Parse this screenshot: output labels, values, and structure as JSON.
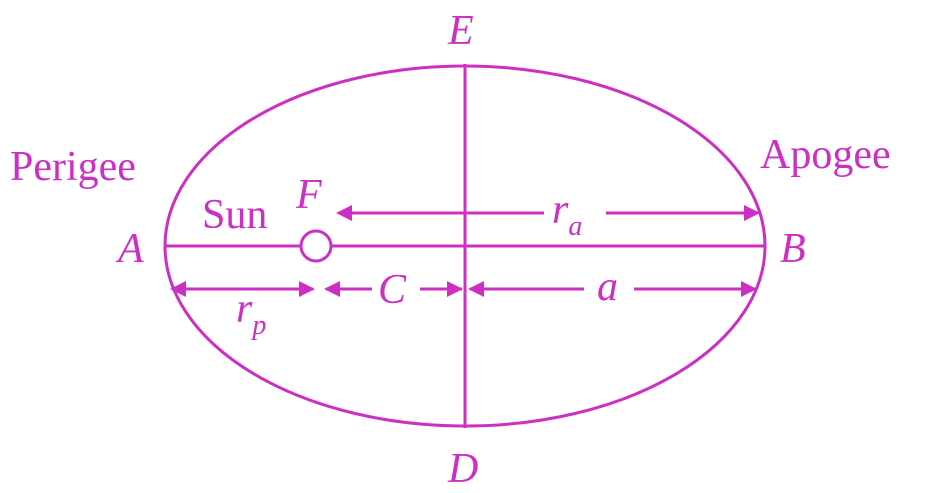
{
  "diagram": {
    "color": "#cc2fc4",
    "labels": {
      "perigee": "Perigee",
      "apogee": "Apogee",
      "sun": "Sun",
      "focus": "F",
      "point_a": "A",
      "point_b": "B",
      "point_e": "E",
      "point_d": "D",
      "r_a_main": "r",
      "r_a_sub": "a",
      "r_p_main": "r",
      "r_p_sub": "p",
      "c": "C",
      "a": "a"
    }
  }
}
